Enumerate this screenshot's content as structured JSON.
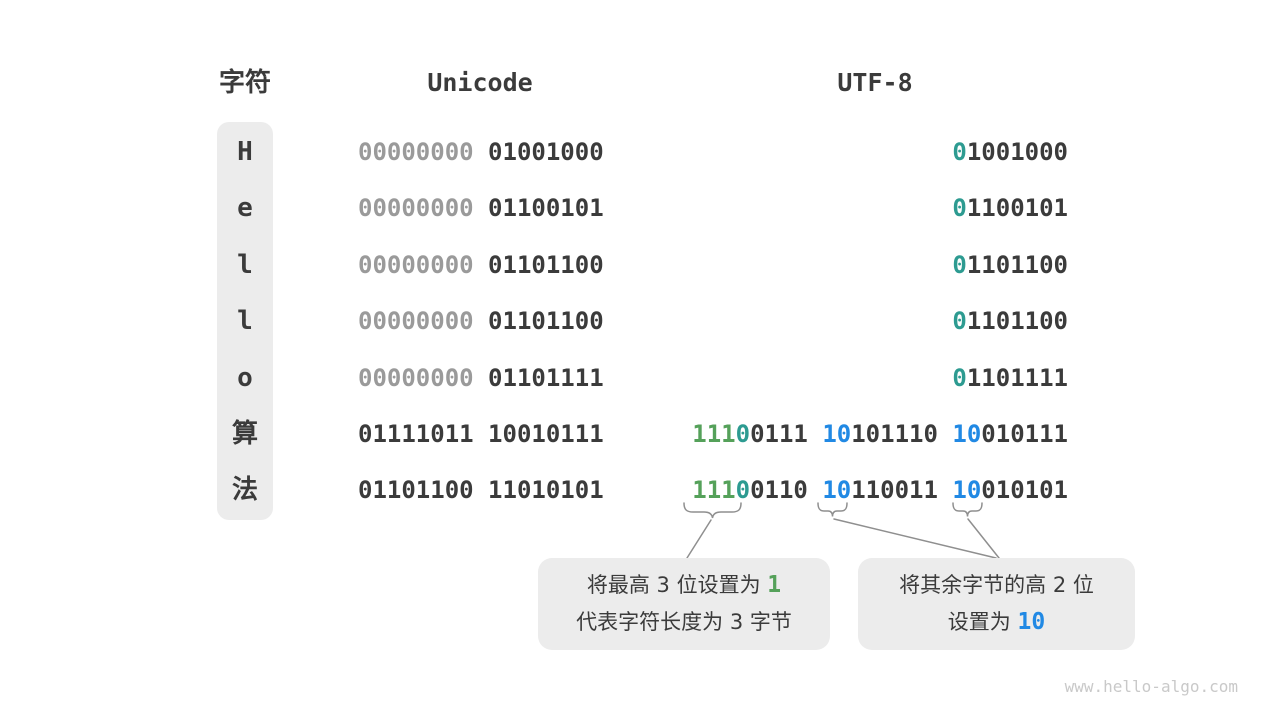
{
  "header": {
    "char_label": "字符",
    "unicode_label": "Unicode",
    "utf8_label": "UTF-8"
  },
  "rows": [
    {
      "char": "H",
      "unicode": [
        {
          "t": "00000000",
          "c": "gray"
        },
        {
          "t": " 01001000",
          "c": "dark"
        }
      ],
      "utf8": [
        {
          "t": "0",
          "c": "teal"
        },
        {
          "t": "1001000",
          "c": "dark"
        }
      ]
    },
    {
      "char": "e",
      "unicode": [
        {
          "t": "00000000",
          "c": "gray"
        },
        {
          "t": " 01100101",
          "c": "dark"
        }
      ],
      "utf8": [
        {
          "t": "0",
          "c": "teal"
        },
        {
          "t": "1100101",
          "c": "dark"
        }
      ]
    },
    {
      "char": "l",
      "unicode": [
        {
          "t": "00000000",
          "c": "gray"
        },
        {
          "t": " 01101100",
          "c": "dark"
        }
      ],
      "utf8": [
        {
          "t": "0",
          "c": "teal"
        },
        {
          "t": "1101100",
          "c": "dark"
        }
      ]
    },
    {
      "char": "l",
      "unicode": [
        {
          "t": "00000000",
          "c": "gray"
        },
        {
          "t": " 01101100",
          "c": "dark"
        }
      ],
      "utf8": [
        {
          "t": "0",
          "c": "teal"
        },
        {
          "t": "1101100",
          "c": "dark"
        }
      ]
    },
    {
      "char": "o",
      "unicode": [
        {
          "t": "00000000",
          "c": "gray"
        },
        {
          "t": " 01101111",
          "c": "dark"
        }
      ],
      "utf8": [
        {
          "t": "0",
          "c": "teal"
        },
        {
          "t": "1101111",
          "c": "dark"
        }
      ]
    },
    {
      "char": "算",
      "unicode": [
        {
          "t": "01111011 10010111",
          "c": "dark"
        }
      ],
      "utf8": [
        {
          "t": "111",
          "c": "green"
        },
        {
          "t": "0",
          "c": "teal"
        },
        {
          "t": "0111 ",
          "c": "dark"
        },
        {
          "t": "10",
          "c": "blue"
        },
        {
          "t": "101110 ",
          "c": "dark"
        },
        {
          "t": "10",
          "c": "blue"
        },
        {
          "t": "010111",
          "c": "dark"
        }
      ]
    },
    {
      "char": "法",
      "unicode": [
        {
          "t": "01101100 11010101",
          "c": "dark"
        }
      ],
      "utf8": [
        {
          "t": "111",
          "c": "green"
        },
        {
          "t": "0",
          "c": "teal"
        },
        {
          "t": "0110 ",
          "c": "dark"
        },
        {
          "t": "10",
          "c": "blue"
        },
        {
          "t": "110011 ",
          "c": "dark"
        },
        {
          "t": "10",
          "c": "blue"
        },
        {
          "t": "010101",
          "c": "dark"
        }
      ]
    }
  ],
  "callouts": [
    {
      "lines": [
        [
          {
            "t": "将最高 3 位设置为 ",
            "c": "dark"
          },
          {
            "t": "1",
            "c": "green",
            "hl": true
          }
        ],
        [
          {
            "t": "代表字符长度为 3 字节",
            "c": "dark"
          }
        ]
      ]
    },
    {
      "lines": [
        [
          {
            "t": "将其余字节的高 2 位",
            "c": "dark"
          }
        ],
        [
          {
            "t": "设置为 ",
            "c": "dark"
          },
          {
            "t": "10",
            "c": "blue",
            "hl": true
          }
        ]
      ]
    }
  ],
  "watermark": "www.hello-algo.com",
  "colors": {
    "green_leading_bits": "#55a15a",
    "teal_zero_bit": "#2d9b91",
    "blue_continuation_bits": "#2189e4",
    "dark_text": "#3b3b3b",
    "gray_padding_zeros": "#9a9a9a",
    "box_background": "#ececec",
    "watermark_gray": "#c9c9c9"
  }
}
